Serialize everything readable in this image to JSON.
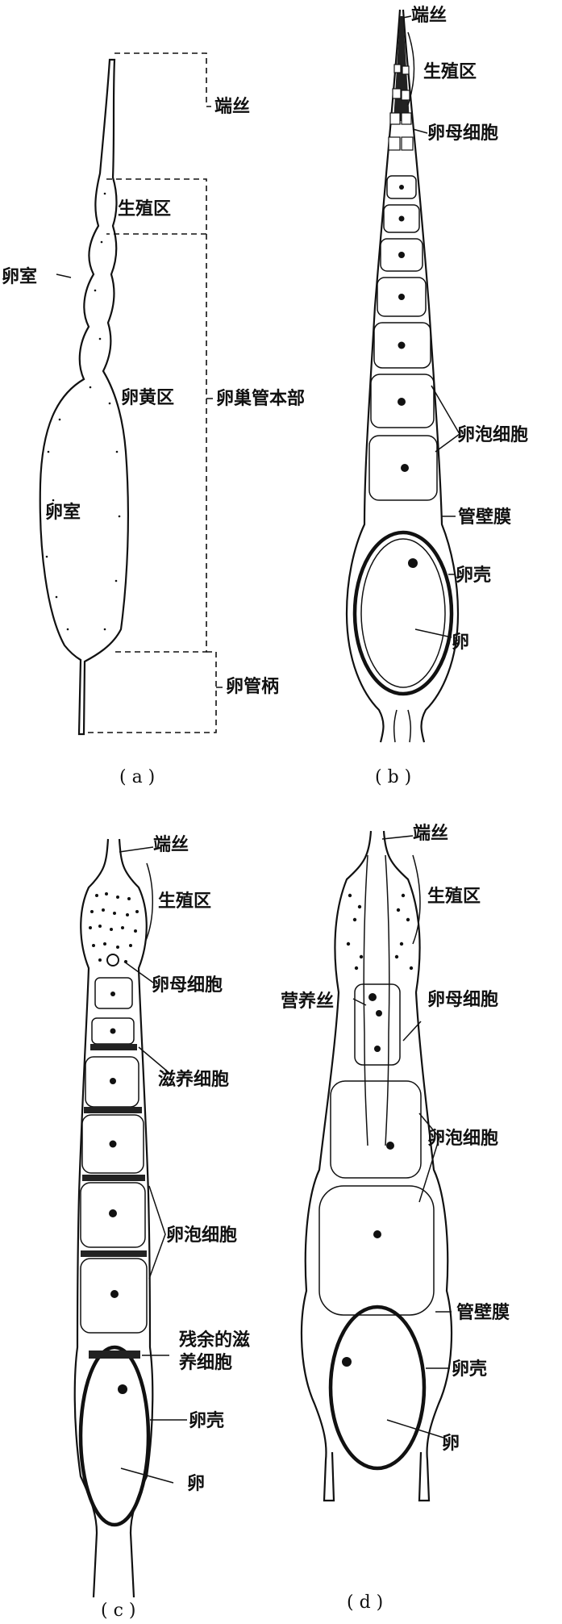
{
  "panels": {
    "a": {
      "caption": "( a )",
      "labels": {
        "terminal_filament": "端丝",
        "germarium": "生殖区",
        "egg_chamber_top": "卵室",
        "vitellarium": "卵黄区",
        "ovariole_body": "卵巢管本部",
        "egg_chamber_main": "卵室",
        "pedicel": "卵管柄"
      }
    },
    "b": {
      "caption": "( b )",
      "labels": {
        "terminal_filament": "端丝",
        "germarium": "生殖区",
        "oocyte": "卵母细胞",
        "follicle_cells": "卵泡细胞",
        "tunica_propria": "管壁膜",
        "chorion": "卵壳",
        "egg": "卵"
      }
    },
    "c": {
      "caption": "( c )",
      "labels": {
        "terminal_filament": "端丝",
        "germarium": "生殖区",
        "oocyte": "卵母细胞",
        "nurse_cells": "滋养细胞",
        "follicle_cells": "卵泡细胞",
        "residual_nurse_line1": "残余的滋",
        "residual_nurse_line2": "养细胞",
        "chorion": "卵壳",
        "egg": "卵"
      }
    },
    "d": {
      "caption": "( d )",
      "labels": {
        "terminal_filament": "端丝",
        "germarium": "生殖区",
        "nutritive_cords": "营养丝",
        "oocyte": "卵母细胞",
        "follicle_cells": "卵泡细胞",
        "tunica_propria": "管壁膜",
        "chorion": "卵壳",
        "egg": "卵"
      }
    }
  }
}
